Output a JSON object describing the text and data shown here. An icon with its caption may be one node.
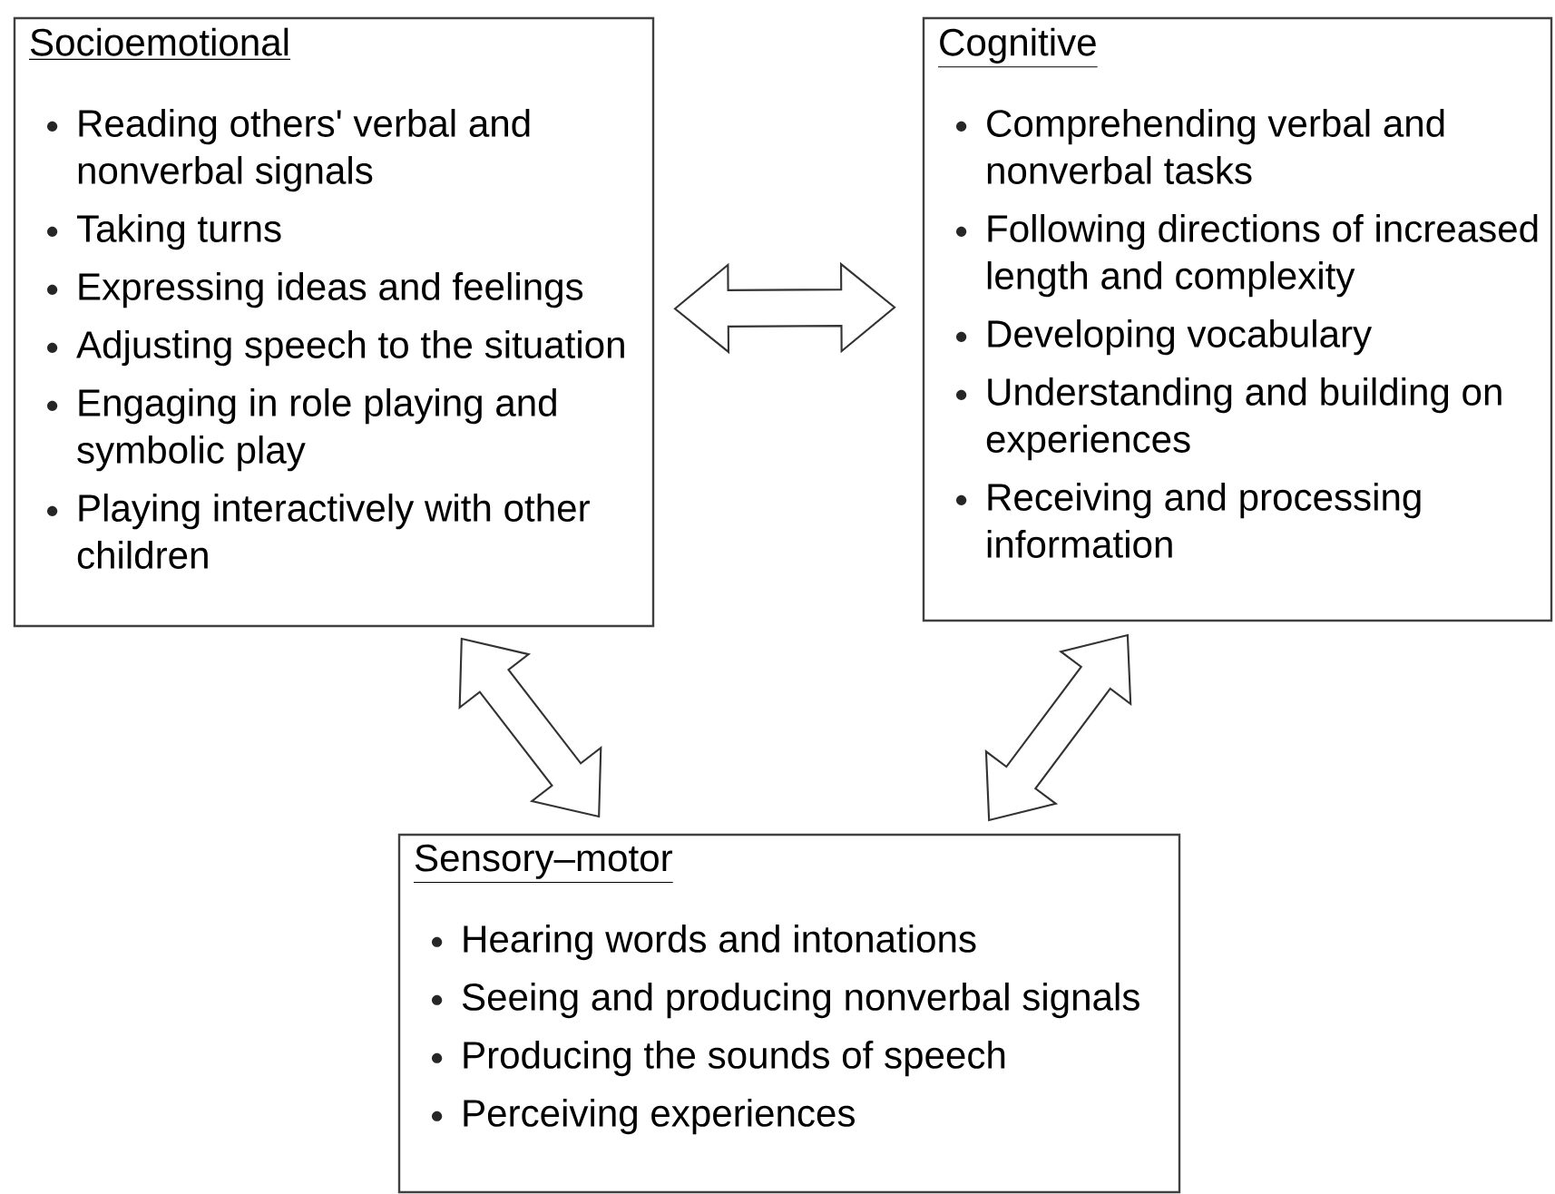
{
  "diagram": {
    "nodes": [
      {
        "text": [
          "Socioemotional",
          "Reading others' verbal and nonverbal signals",
          "Taking turns",
          "Expressing ideas and feelings",
          "Adjusting speech to the situation",
          "Engaging in role playing and symbolic play",
          "Playing interactively with other children"
        ]
      },
      {
        "text": [
          "Cognitive",
          "Comprehending verbal and nonverbal tasks",
          "Following directions of increased length and complexity",
          "Developing vocabulary",
          "Understanding and building on experiences",
          "Receiving and processing information"
        ]
      },
      {
        "text": [
          "Sensory–motor",
          "Hearing words and intonations",
          "Seeing and producing nonverbal signals",
          "Producing the sounds of speech",
          "Perceiving experiences"
        ]
      }
    ],
    "edges": [
      {
        "from": 0,
        "to": 1,
        "arrow": "both"
      },
      {
        "from": 0,
        "to": 2,
        "arrow": "both"
      },
      {
        "from": 1,
        "to": 2,
        "arrow": "both"
      }
    ]
  }
}
